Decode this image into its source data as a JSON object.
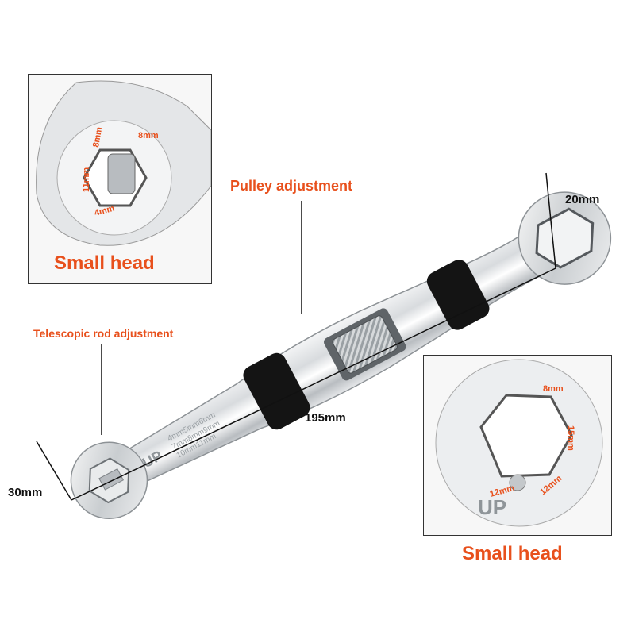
{
  "labels": {
    "small_head_top": "Small head",
    "small_head_bottom": "Small head",
    "pulley": "Pulley adjustment",
    "telescopic": "Telescopic rod adjustment",
    "width_small": "20mm",
    "length": "195mm",
    "width_large": "30mm"
  },
  "top_inset_sizes": [
    "8mm",
    "8mm",
    "11mm",
    "4mm"
  ],
  "bottom_inset_sizes": [
    "8mm",
    "15mm",
    "12mm",
    "12mm"
  ],
  "handle_engraving": [
    "4mm5mm6mm",
    "7mm8mm9mm",
    "10mm11mm"
  ],
  "up_mark": "UP",
  "colors": {
    "accent": "#e8501c",
    "chrome": "#cfd3d6",
    "grip": "#141414"
  }
}
